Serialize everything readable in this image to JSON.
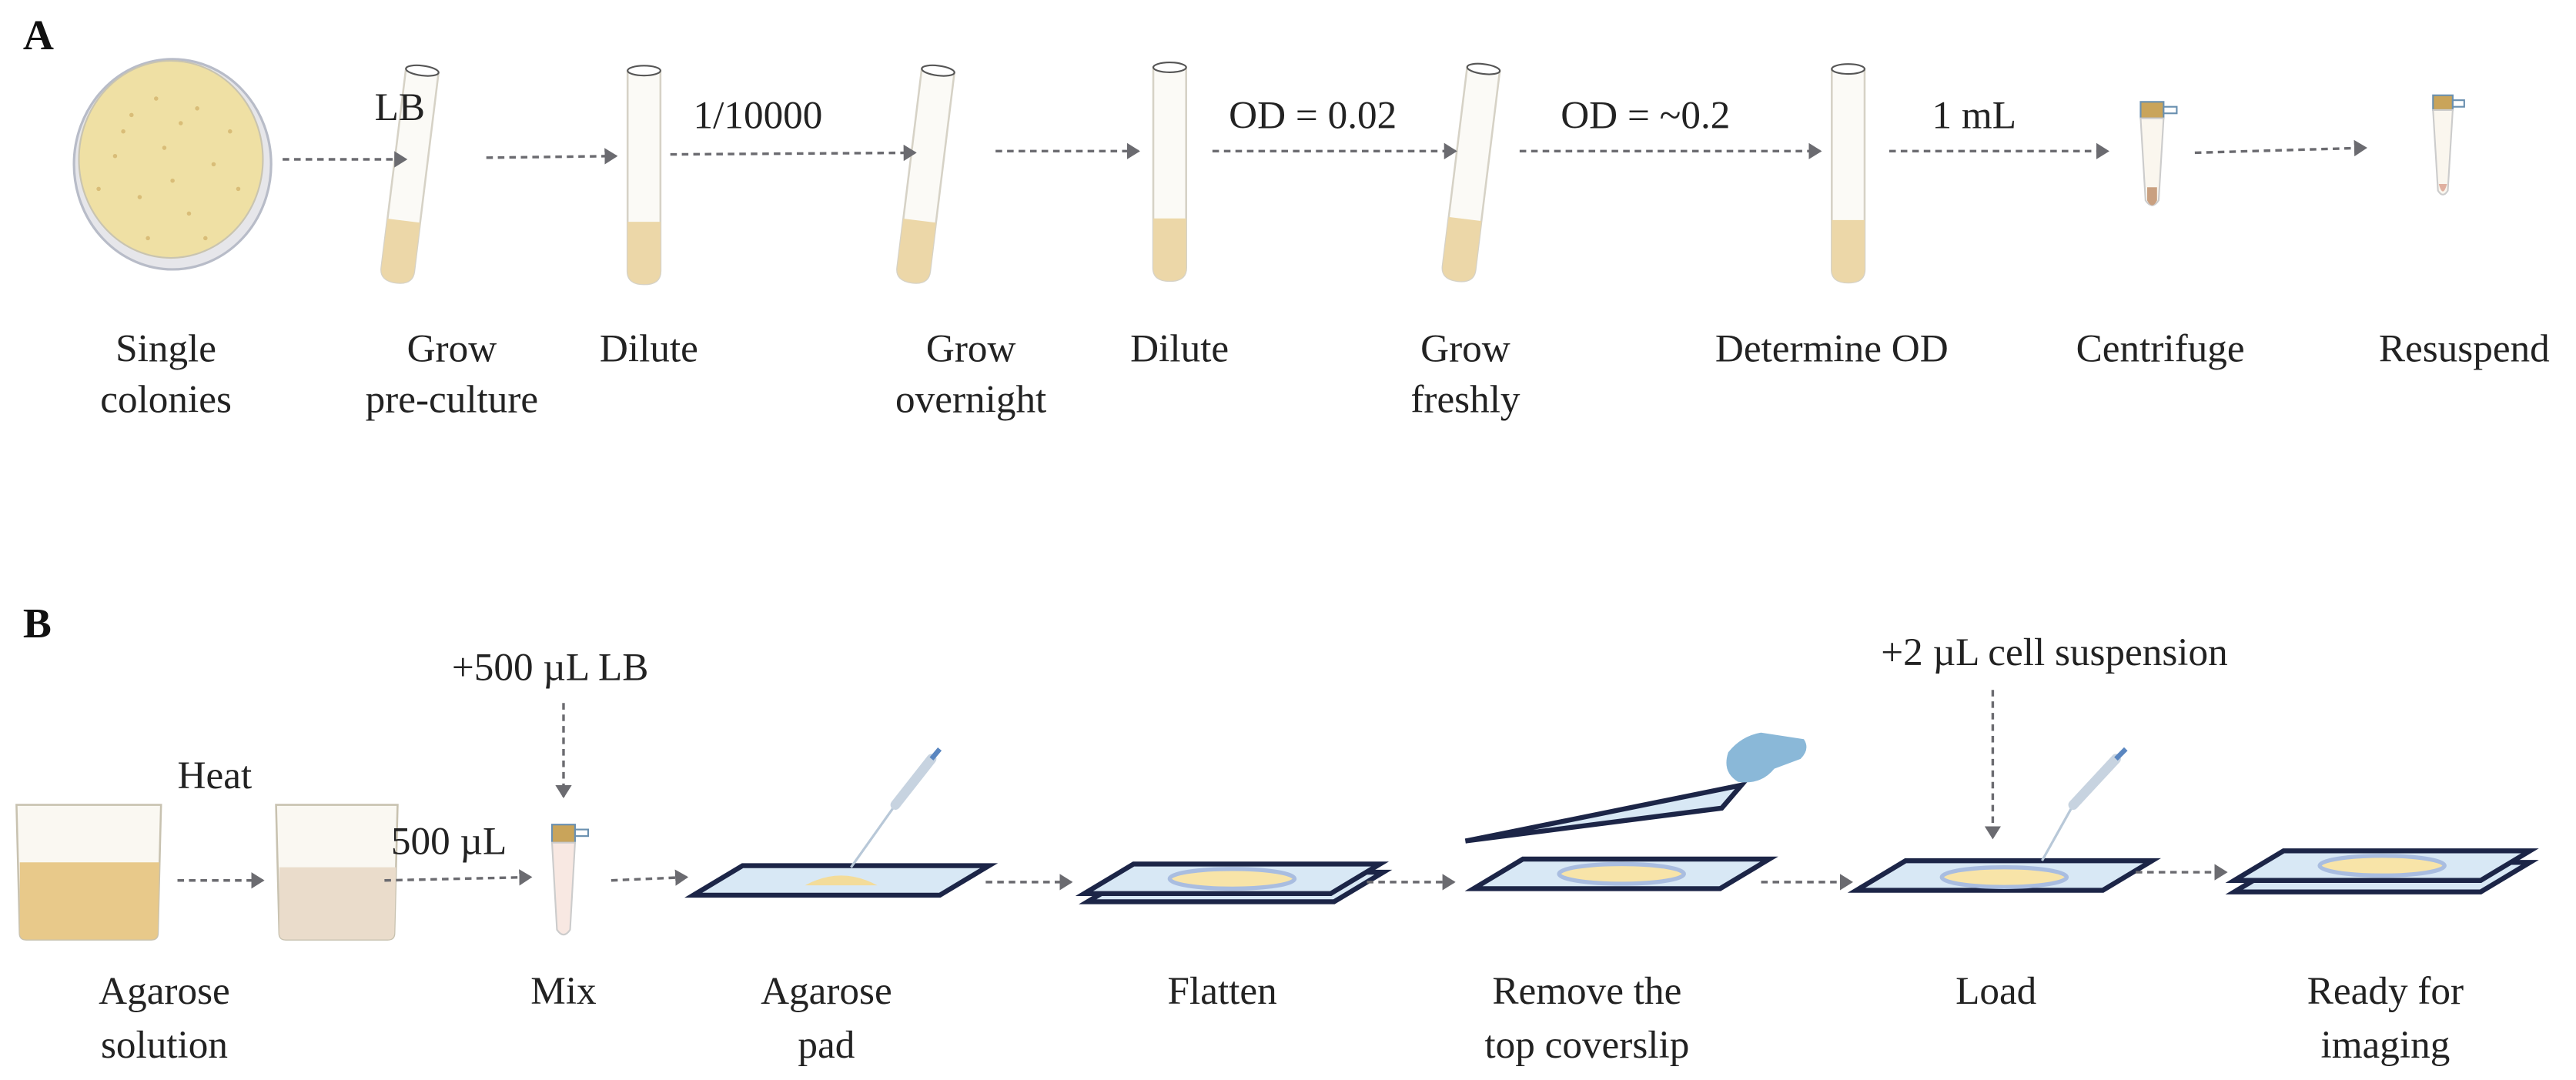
{
  "panel_a": {
    "letter": "A",
    "annotations": {
      "lb": "LB",
      "dilution": "1/10000",
      "od1": "OD = 0.02",
      "od2": "OD = ~0.2",
      "volume": "1 mL"
    },
    "steps": [
      {
        "line1": "Single",
        "line2": "colonies"
      },
      {
        "line1": "Grow",
        "line2": "pre-culture"
      },
      {
        "line1": "Dilute",
        "line2": ""
      },
      {
        "line1": "Grow",
        "line2": "overnight"
      },
      {
        "line1": "Dilute",
        "line2": ""
      },
      {
        "line1": "Grow",
        "line2": "freshly"
      },
      {
        "line1": "Determine OD",
        "line2": ""
      },
      {
        "line1": "Centrifuge",
        "line2": ""
      },
      {
        "line1": "Resuspend",
        "line2": ""
      }
    ]
  },
  "panel_b": {
    "letter": "B",
    "annotations": {
      "heat": "Heat",
      "volume": "500 µL",
      "add_lb": "+500 µL LB",
      "add_cells": "+2 µL cell suspension"
    },
    "steps": [
      {
        "line1": "Agarose",
        "line2": "solution"
      },
      {
        "line1": "Mix",
        "line2": ""
      },
      {
        "line1": "Agarose",
        "line2": "pad"
      },
      {
        "line1": "Flatten",
        "line2": ""
      },
      {
        "line1": "Remove the",
        "line2": "top coverslip"
      },
      {
        "line1": "Load",
        "line2": ""
      },
      {
        "line1": "Ready for",
        "line2": "imaging"
      }
    ]
  },
  "colors": {
    "liquid": "#ecd7a8",
    "slide": "#d8e8f5",
    "slide_border": "#1c2547",
    "arrow": "#6b6b70"
  }
}
